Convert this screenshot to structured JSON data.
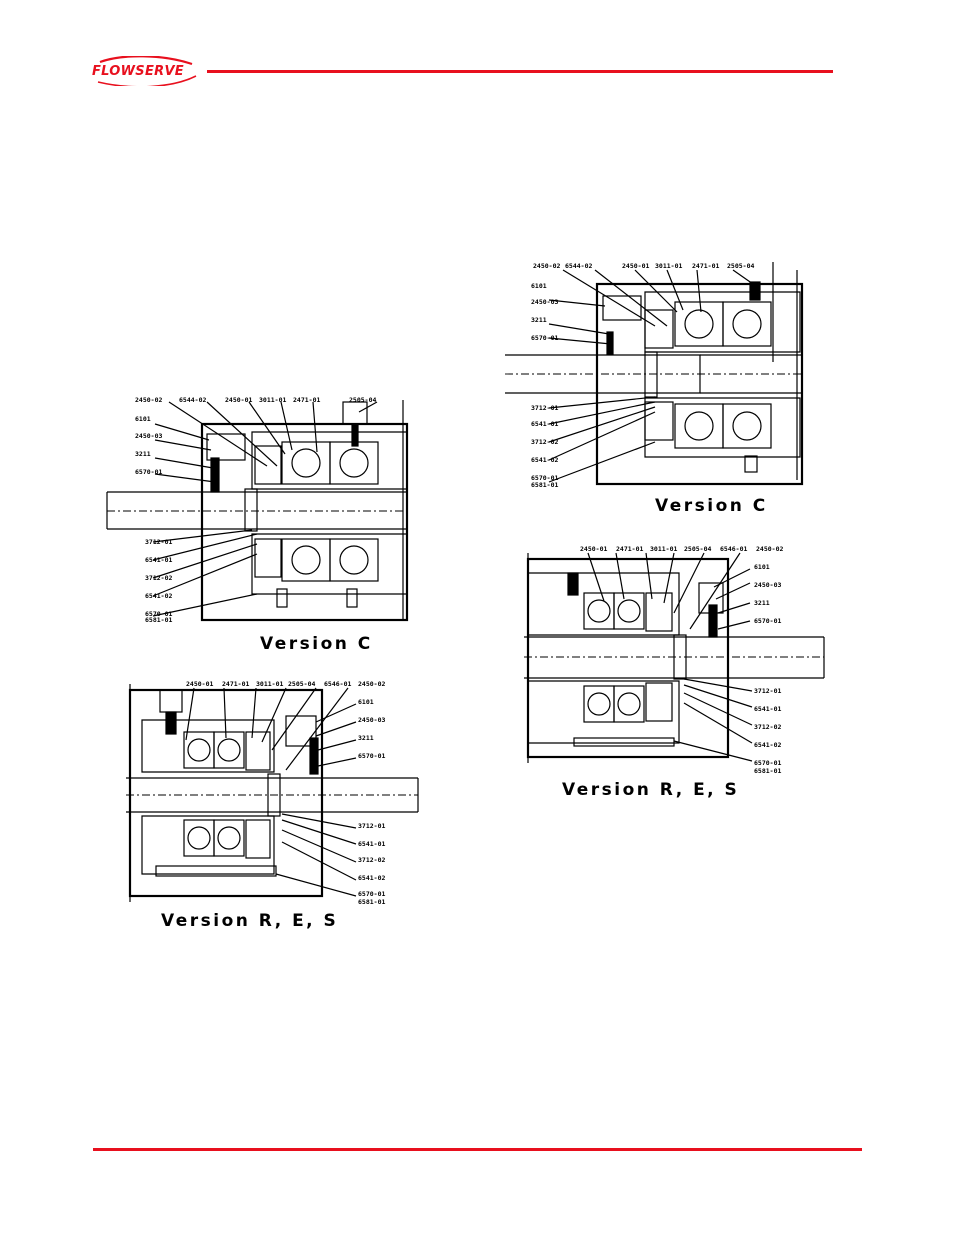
{
  "header": {
    "brand": "FLOWSERVE",
    "rule_color": "#e8101e"
  },
  "brand_color": "#e8101e",
  "figures": {
    "top_left": {
      "caption": "Version C",
      "labels_top": [
        "2450-02",
        "6544-02",
        "2450-01",
        "3011-01",
        "2471-01",
        "2505-04"
      ],
      "labels_left": [
        "6101",
        "2450-03",
        "3211",
        "6570-01"
      ],
      "labels_bottom_left": [
        "3712-01",
        "6541-01",
        "3712-02",
        "6541-02",
        "6570-01",
        "6581-01"
      ]
    },
    "top_right": {
      "caption": "Version C",
      "labels_top": [
        "2450-02",
        "6544-02",
        "2450-01",
        "3011-01",
        "2471-01",
        "2505-04"
      ],
      "labels_left": [
        "6101",
        "2450-03",
        "3211",
        "6570-01"
      ],
      "labels_bottom_left": [
        "3712-01",
        "6541-01",
        "3712-02",
        "6541-02",
        "6570-01",
        "6581-01"
      ]
    },
    "bottom_left": {
      "caption": "Version R, E, S",
      "labels_top": [
        "2450-01",
        "2471-01",
        "3011-01",
        "2505-04",
        "6546-01",
        "2450-02"
      ],
      "labels_right": [
        "6101",
        "2450-03",
        "3211",
        "6570-01"
      ],
      "labels_bottom_right": [
        "3712-01",
        "6541-01",
        "3712-02",
        "6541-02",
        "6570-01",
        "6581-01"
      ]
    },
    "bottom_right": {
      "caption": "Version R, E, S",
      "labels_top": [
        "2450-01",
        "2471-01",
        "3011-01",
        "2505-04",
        "6546-01",
        "2450-02"
      ],
      "labels_right": [
        "6101",
        "2450-03",
        "3211",
        "6570-01"
      ],
      "labels_bottom_right": [
        "3712-01",
        "6541-01",
        "3712-02",
        "6541-02",
        "6570-01",
        "6581-01"
      ]
    }
  }
}
